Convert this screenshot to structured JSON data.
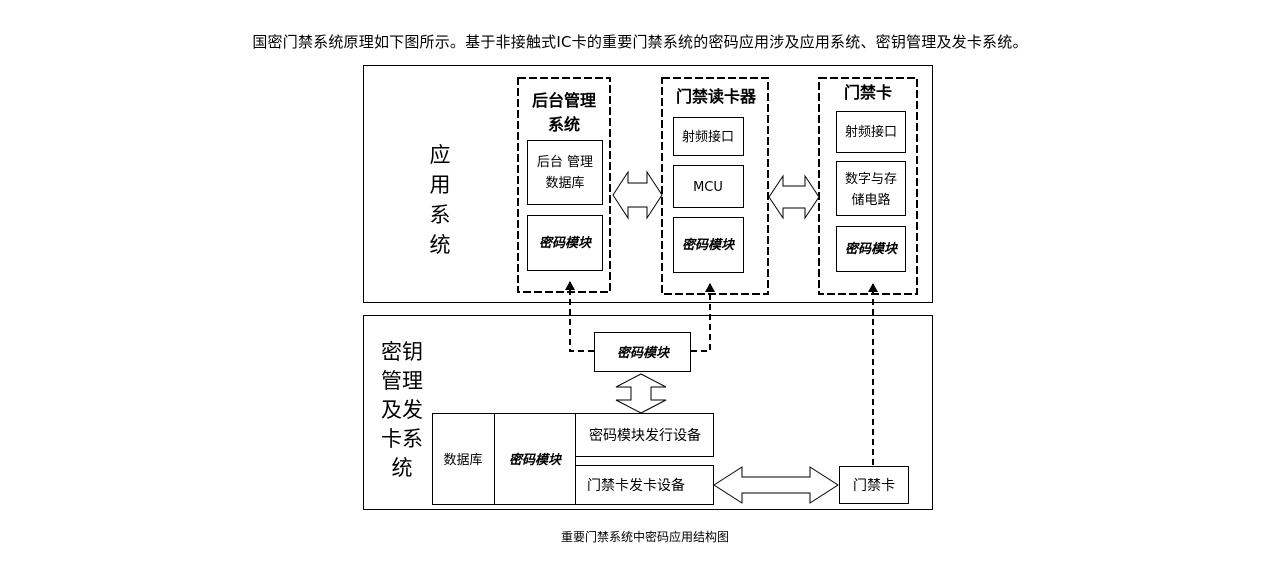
{
  "intro_text": "国密门禁系统原理如下图所示。基于非接触式IC卡的重要门禁系统的密码应用涉及应用系统、密钥管理及发卡系统。",
  "caption": "重要门禁系统中密码应用结构图",
  "application_system": {
    "label_chars": [
      "应",
      "用",
      "系",
      "统"
    ],
    "backend": {
      "title_lines": [
        "后台管理",
        "系统"
      ],
      "db_lines": [
        "后台 管理",
        "数据库"
      ],
      "crypto": "密码模块"
    },
    "reader": {
      "title": "门禁读卡器",
      "rf": "射频接口",
      "mcu": "MCU",
      "crypto": "密码模块"
    },
    "card": {
      "title": "门禁卡",
      "rf": "射频接口",
      "digital_lines": [
        "数字与存",
        "储电路"
      ],
      "crypto": "密码模块"
    }
  },
  "key_management": {
    "label_lines": [
      "密钥",
      "管理",
      "及发",
      "卡系",
      "统"
    ],
    "crypto_top": "密码模块",
    "database": "数据库",
    "crypto": "密码模块",
    "module_issuer": "密码模块发行设备",
    "card_issuer": "门禁卡发卡设备",
    "card": "门禁卡"
  }
}
